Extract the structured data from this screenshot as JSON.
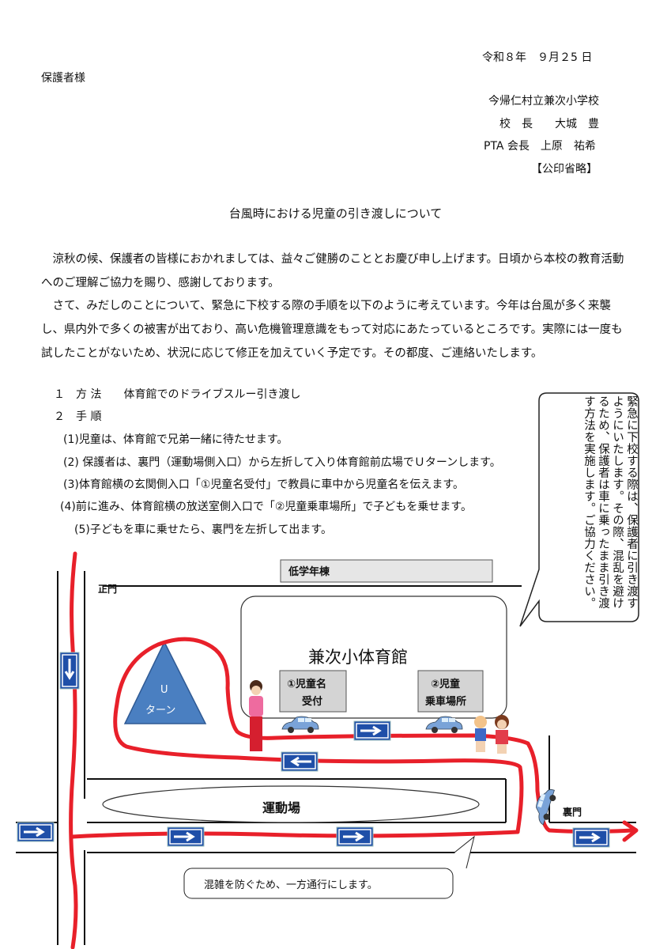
{
  "header": {
    "date": "令和８年　９月２5 日",
    "addressee": "保護者様",
    "school": "今帰仁村立兼次小学校",
    "principal": "校　長　　大城　豊",
    "pta": "PTA 会長　上原　祐希",
    "seal_note": "【公印省略】"
  },
  "title": "台風時における児童の引き渡しについて",
  "body": {
    "paragraph1": "涼秋の候、保護者の皆様におかれましては、益々ご健勝のこととお慶び申し上げます。日頃から本校の教育活動へのご理解ご協力を賜り、感謝しております。",
    "paragraph2": "さて、みだしのことについて、緊急に下校する際の手順を以下のように考えています。今年は台風が多く来襲し、県内外で多くの被害が出ており、高い危機管理意識をもって対応にあたっているところです。実際には一度も試したことがないため、状況に応じて修正を加えていく予定です。その都度、ご連絡いたします。"
  },
  "items": {
    "method": "１　方 法　　体育館でのドライブスルー引き渡し",
    "procedure": "２　手 順",
    "steps": [
      "(1)児童は、体育館で兄弟一緒に待たせます。",
      "(2) 保護者は、裏門（運動場側入口）から左折して入り体育館前広場でＵターンします。",
      "(3)体育館横の玄関側入口「①児童名受付」で教員に車中から児童名を伝えます。",
      "(4)前に進み、体育館横の放送室側入口で「②児童乗車場所」で子どもを乗せます。",
      "(5)子どもを車に乗せたら、裏門を左折して出ます。"
    ]
  },
  "callout": "緊急に下校する際は、保護者に引き渡すようにいたします。その際、混乱を避けるため、保護者は車に乗ったまま引き渡す方法を実施します。ご協力ください。",
  "map": {
    "lower_grade_building": "低学年棟",
    "front_gate": "正門",
    "gym": "兼次小体育館",
    "station1_line1": "①児童名",
    "station1_line2": "受付",
    "station2_line1": "②児童",
    "station2_line2": "乗車場所",
    "uturn_line1": "U",
    "uturn_line2": "ターン",
    "field": "運動場",
    "back_gate": "裏門",
    "one_way_note": "混雑を防ぐため、一方通行にします。",
    "colors": {
      "route": "#e8202a",
      "arrow_sign": "#1f4fa8",
      "uturn": "#4a7fc1",
      "station": "#d4d4d4"
    }
  }
}
